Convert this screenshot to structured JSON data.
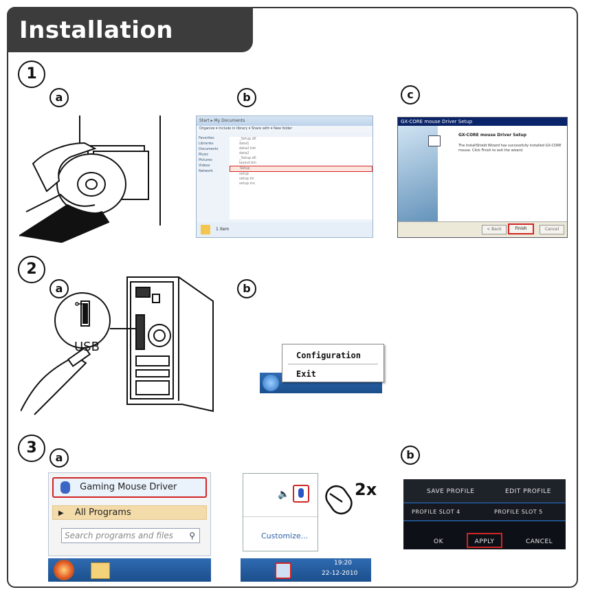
{
  "title": "Installation",
  "steps": {
    "s1": "1",
    "s2": "2",
    "s3": "3"
  },
  "sublabels": {
    "a": "a",
    "b": "b",
    "c": "c"
  },
  "explorer": {
    "breadcrumb": "Start ▸ My Documents",
    "toolbar": "Organize ▾   Include in library ▾   Share with ▾   New folder",
    "side_items": [
      "Favorites",
      "Libraries",
      "Documents",
      "Music",
      "Pictures",
      "Videos",
      "Network"
    ],
    "files": [
      "_Setup.dll",
      "data1",
      "data2.hdr",
      "data2",
      "_Setup.dll",
      "layout.bin",
      "Setup",
      "setup",
      "setup.ini",
      "setup.inx"
    ],
    "status": "1 item"
  },
  "setup_dialog": {
    "titlebar": "GX-CORE mouse Driver Setup",
    "heading": "GX-CORE mouse Driver Setup",
    "body": "The InstallShield Wizard has successfully installed GX-CORE mouse. Click Finish to exit the wizard.",
    "back": "< Back",
    "finish": "Finish",
    "cancel": "Cancel"
  },
  "usb_label": "USB",
  "context_menu": {
    "item1": "Configuration",
    "item2": "Exit"
  },
  "startmenu": {
    "item": "Gaming Mouse Driver",
    "all_programs": "All Programs",
    "search_placeholder": "Search programs and files"
  },
  "tray": {
    "customize": "Customize...",
    "time": "19:20",
    "date": "22-12-2010",
    "double_click": "2x"
  },
  "game_panel": {
    "save": "SAVE PROFILE",
    "edit": "EDIT PROFILE",
    "slot4": "PROFILE SLOT 4",
    "slot5": "PROFILE SLOT 5",
    "ok": "OK",
    "apply": "APPLY",
    "cancel": "CANCEL"
  },
  "colors": {
    "title_bg": "#3c3c3c",
    "highlight_red": "#d02525",
    "panel_bg": "#0d1117"
  }
}
